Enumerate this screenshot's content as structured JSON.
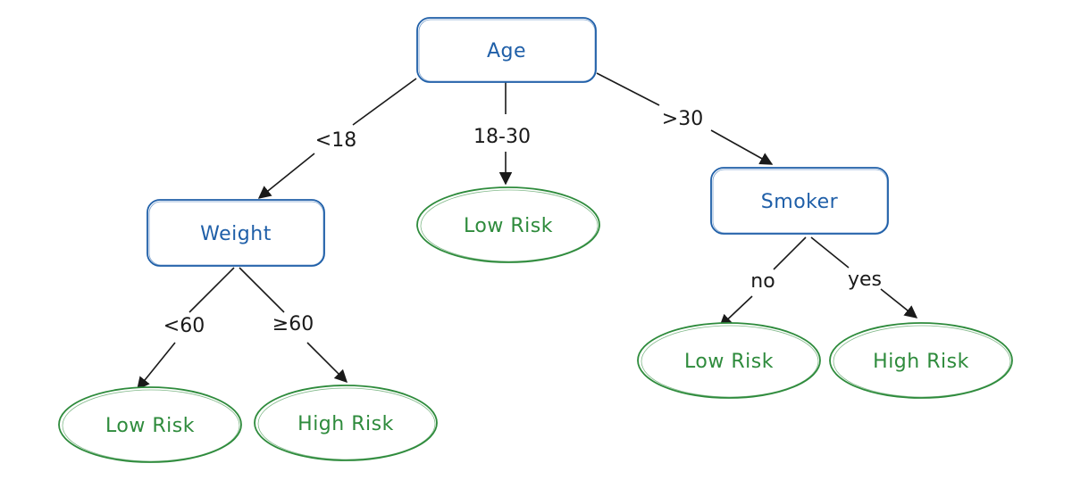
{
  "colors": {
    "decision": "#1f5fa8",
    "leaf": "#2e8b3c",
    "edge": "#1a1a1a",
    "background": "#ffffff"
  },
  "nodes": {
    "age": "Age",
    "weight": "Weight",
    "smoker": "Smoker",
    "leaf_mid": "Low Risk",
    "leaf_weight_low": "Low Risk",
    "leaf_weight_high": "High Risk",
    "leaf_smoker_no": "Low Risk",
    "leaf_smoker_yes": "High Risk"
  },
  "edges": {
    "age_lt18": "<18",
    "age_18_30": "18-30",
    "age_gt30": ">30",
    "weight_lt60": "<60",
    "weight_ge60": "≥60",
    "smoker_no": "no",
    "smoker_yes": "yes"
  }
}
